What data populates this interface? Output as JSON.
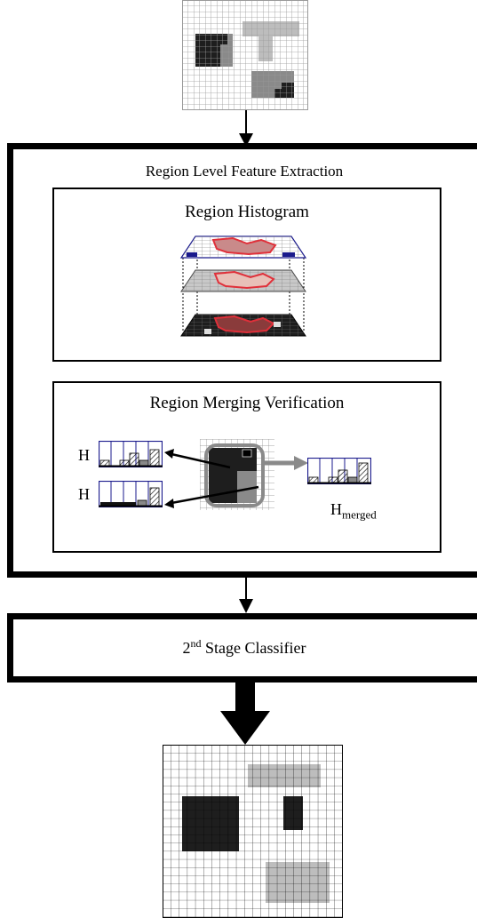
{
  "feature_box": {
    "title": "Region Level Feature Extraction"
  },
  "histogram_box": {
    "title": "Region Histogram"
  },
  "merging_box": {
    "title": "Region Merging Verification",
    "h_label_1": "H",
    "h_label_2": "H",
    "h_merged_main": "H",
    "h_merged_sub": "merged"
  },
  "classifier_box": {
    "ordinal": "2",
    "suffix": "nd",
    "label": " Stage Classifier"
  },
  "colors": {
    "dark_region": "#1e1e1e",
    "mid_region": "#8a8a8a",
    "light_region": "#bdbdbd",
    "grid_line": "#9a9a9a",
    "histogram_blue": "#1a1a8c",
    "arrow_gray": "#8a8a8a",
    "outline_red": "#e0303a"
  }
}
